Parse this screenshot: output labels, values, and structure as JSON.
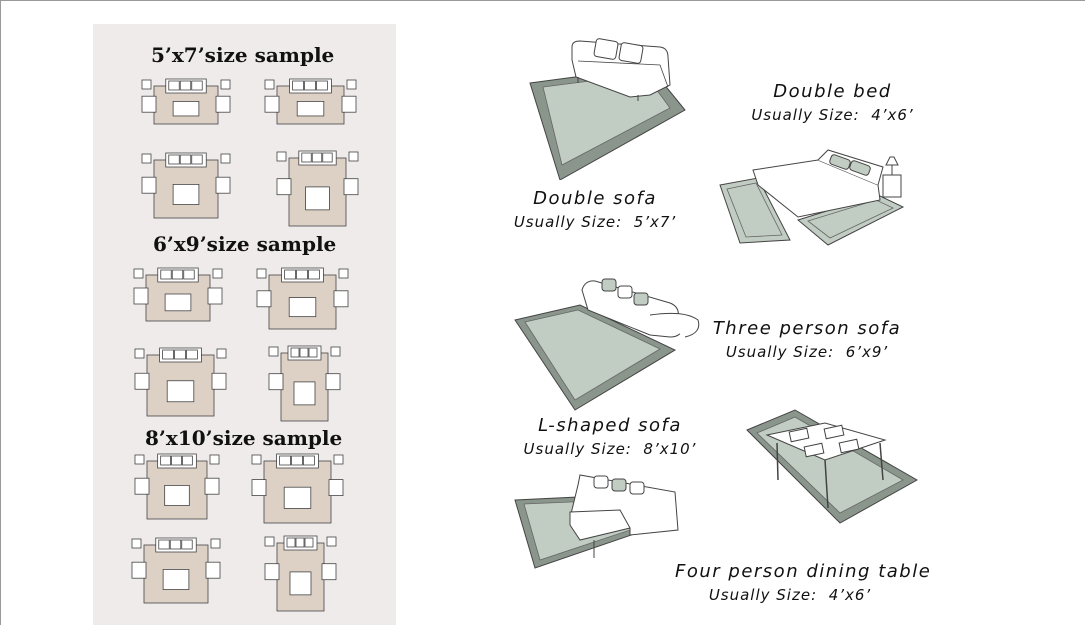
{
  "colors": {
    "panel_bg": "#efebea",
    "rug_tan": "#ddd1c6",
    "rug_green": "#c1ccc3",
    "rug_border_dark": "#8a958c",
    "line": "#444444"
  },
  "samples": [
    {
      "title": "5’x7’size sample"
    },
    {
      "title": "6’x9’size sample"
    },
    {
      "title": "8’x10’size sample"
    }
  ],
  "furniture": [
    {
      "name": "Double sofa",
      "usual_size_label": "Usually Size:",
      "size": "5’x7’"
    },
    {
      "name": "Double bed",
      "usual_size_label": "Usually Size:",
      "size": "4’x6’"
    },
    {
      "name": "Three person sofa",
      "usual_size_label": "Usually Size:",
      "size": "6’x9’"
    },
    {
      "name": "L-shaped sofa",
      "usual_size_label": "Usually Size:",
      "size": "8’x10’"
    },
    {
      "name": "Four person dining table",
      "usual_size_label": "Usually Size:",
      "size": "4’x6’"
    }
  ]
}
